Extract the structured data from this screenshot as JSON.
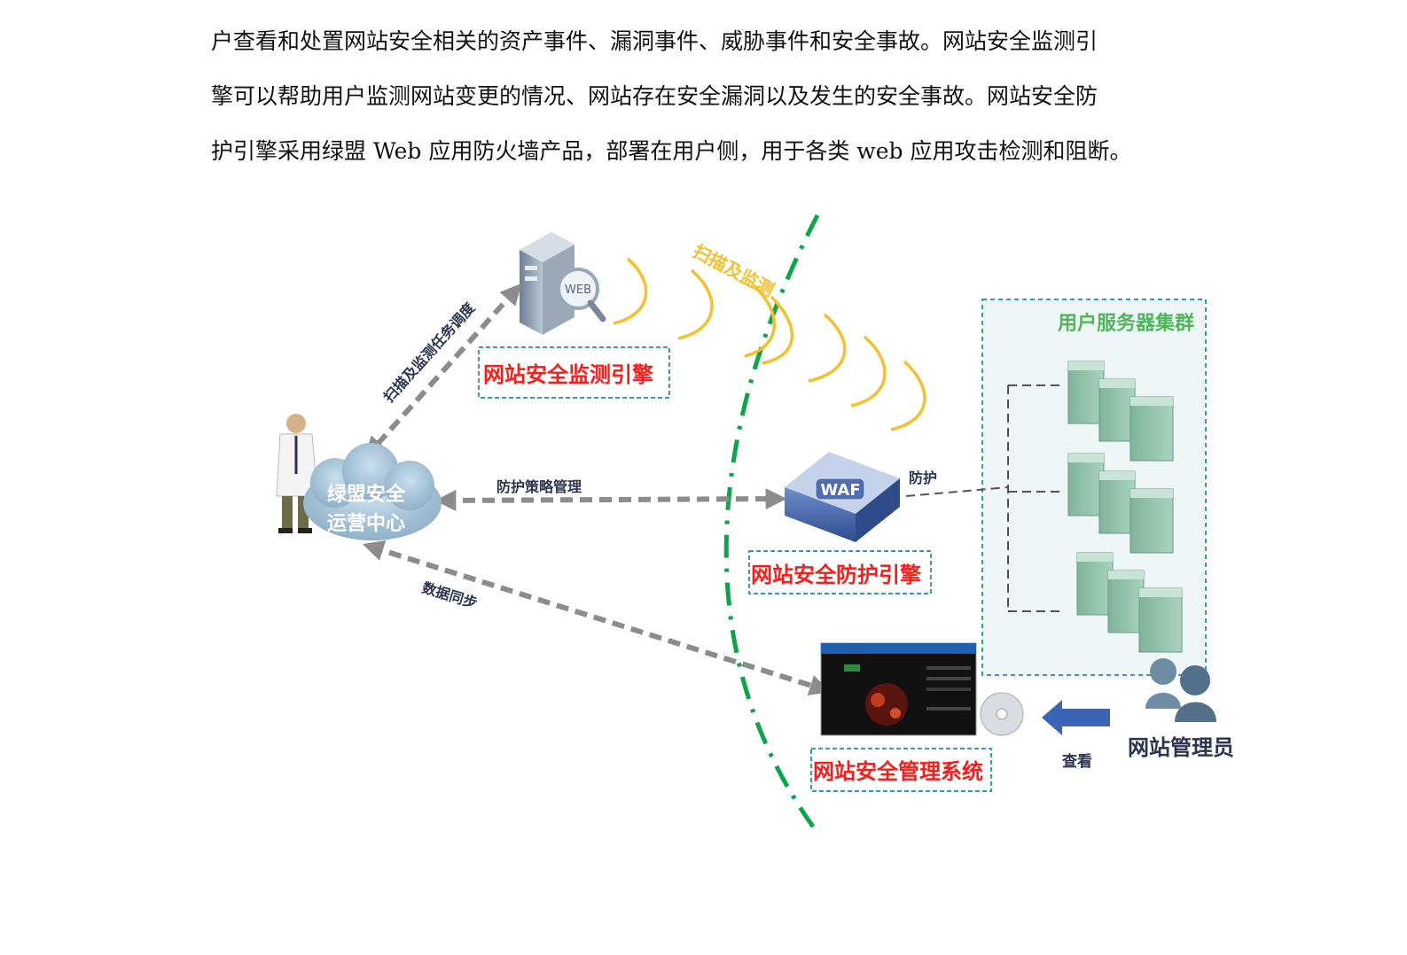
{
  "paragraph": {
    "lines": [
      "户查看和处置网站安全相关的资产事件、漏洞事件、威胁事件和安全事故。网站安全监测引",
      "擎可以帮助用户监测网站变更的情况、网站存在安全漏洞以及发生的安全事故。网站安全防",
      "护引擎采用绿盟 Web 应用防火墙产品，部署在用户侧，用于各类 web 应用攻击检测和阻断。"
    ]
  },
  "diagram": {
    "soc_label_1": "绿盟安全",
    "soc_label_2": "运营中心",
    "web_icon_text": "WEB",
    "monitor_engine_label": "网站安全监测引擎",
    "scan_label": "扫描及监测",
    "dispatch_label": "扫描及监测任务调度",
    "policy_label": "防护策略管理",
    "waf_text": "WAF",
    "protect_label": "防护",
    "protect_engine_label": "网站安全防护引擎",
    "sync_label": "数据同步",
    "cluster_label": "用户服务器集群",
    "mgmt_system_label": "网站安全管理系统",
    "view_label": "查看",
    "admin_label": "网站管理员"
  },
  "colors": {
    "red_label": "#ff1a1a",
    "green_boundary": "#0aa64a",
    "arrow_gray": "#8c8c8c",
    "scan_wave": "#f6c02a",
    "cluster_green": "#4fb65a",
    "server_green": "#8fbfa6",
    "dark_label": "#2b3550",
    "waf_blue": "#3f5a9c"
  }
}
